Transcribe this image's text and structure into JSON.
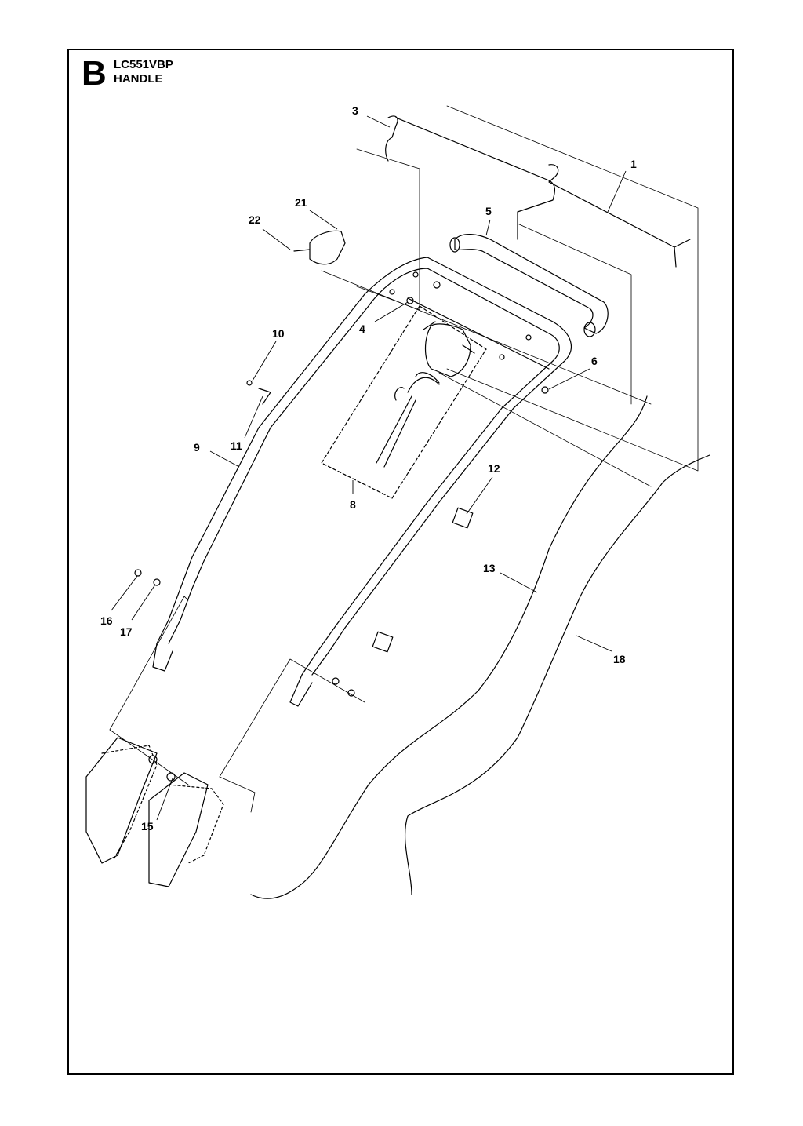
{
  "header": {
    "section_letter": "B",
    "model": "LC551VBP",
    "title": "HANDLE"
  },
  "callouts": [
    {
      "id": "c1",
      "text": "1"
    },
    {
      "id": "c3",
      "text": "3"
    },
    {
      "id": "c4",
      "text": "4"
    },
    {
      "id": "c5",
      "text": "5"
    },
    {
      "id": "c6",
      "text": "6"
    },
    {
      "id": "c8",
      "text": "8"
    },
    {
      "id": "c9",
      "text": "9"
    },
    {
      "id": "c10",
      "text": "10"
    },
    {
      "id": "c11",
      "text": "11"
    },
    {
      "id": "c12",
      "text": "12"
    },
    {
      "id": "c13",
      "text": "13"
    },
    {
      "id": "c15",
      "text": "15"
    },
    {
      "id": "c16",
      "text": "16"
    },
    {
      "id": "c17",
      "text": "17"
    },
    {
      "id": "c18",
      "text": "18"
    },
    {
      "id": "c21",
      "text": "21"
    },
    {
      "id": "c22",
      "text": "22"
    }
  ]
}
